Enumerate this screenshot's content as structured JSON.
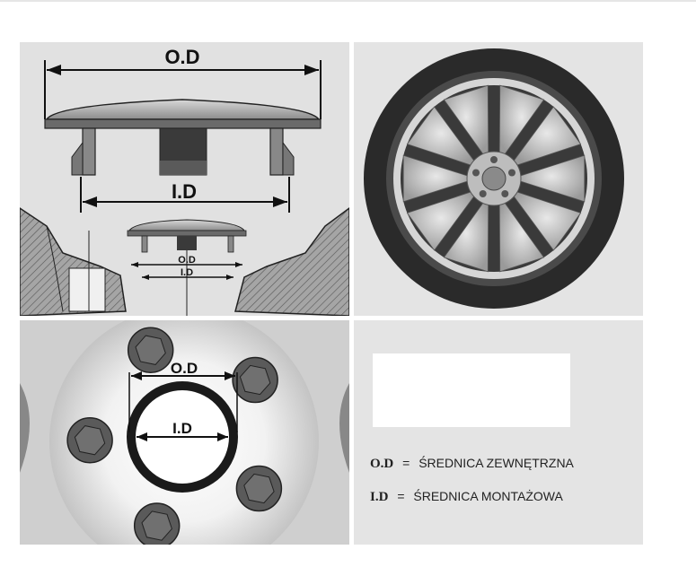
{
  "labels": {
    "od": "O.D",
    "id": "I.D",
    "od_small": "O.D",
    "id_small": "I.D",
    "od_top_view": "O.D",
    "id_top_view": "I.D"
  },
  "legend": {
    "od_abbr": "O.D",
    "od_equals": "=",
    "od_text": "ŚREDNICA ZEWNĘTRZNA",
    "id_abbr": "I.D",
    "id_equals": "=",
    "id_text": "ŚREDNICA MONTAŻOWA"
  },
  "colors": {
    "panel_gray": "#e1e1e1",
    "tire": "#2a2a2a",
    "rim": "#b8b8b8",
    "ring": "#1a1a1a",
    "hatch": "#8a8a8a"
  },
  "icons": {
    "center_cap_side": "center-cap-side-icon",
    "wheel": "alloy-wheel-icon",
    "hub_top": "hub-top-view-icon"
  }
}
